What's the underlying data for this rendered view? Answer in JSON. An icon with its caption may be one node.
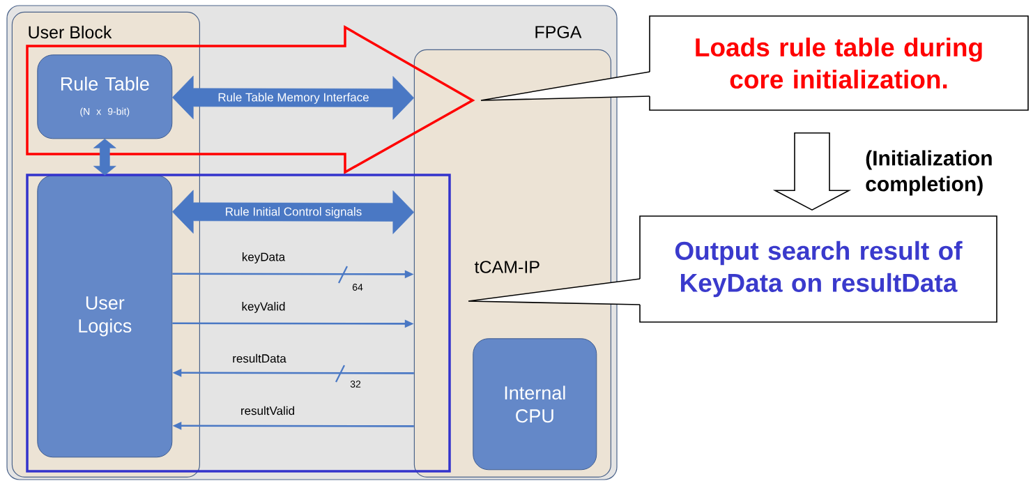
{
  "diagram": {
    "nodes": [
      {
        "text": [
          "FPGA"
        ]
      },
      {
        "text": [
          "User Block"
        ],
        "in": 0
      },
      {
        "text": [
          "tCAM-IP"
        ],
        "in": 0
      },
      {
        "text": [
          "Rule Table",
          "(N x 9-bit)"
        ],
        "in": 1
      },
      {
        "text": [
          "User Logics"
        ],
        "in": 1
      },
      {
        "text": [
          "Internal CPU"
        ],
        "in": 2
      },
      {
        "text": [
          "Loads rule table during core initialization."
        ]
      },
      {
        "text": [
          "Output search result of KeyData on resultData"
        ]
      }
    ],
    "edges": [
      {
        "from": 3,
        "to": 2,
        "arrow": "both",
        "label": "Rule Table Memory Interface",
        "style": "thick"
      },
      {
        "from": 3,
        "to": 4,
        "arrow": "both",
        "style": "thick"
      },
      {
        "from": 4,
        "to": 2,
        "arrow": "both",
        "label": "Rule Initial Control signals",
        "style": "thick"
      },
      {
        "from": 4,
        "to": 2,
        "arrow": "to",
        "label": "keyData"
      },
      {
        "from": 4,
        "to": 2,
        "arrow": "to",
        "label": "keyValid"
      },
      {
        "from": 2,
        "to": 4,
        "arrow": "to",
        "label": "resultData"
      },
      {
        "from": 2,
        "to": 4,
        "arrow": "to",
        "label": "resultValid"
      },
      {
        "from": 6,
        "to": 7,
        "arrow": "to",
        "label": "(Initialization completion)",
        "style": "thick",
        "color": "#ffffff"
      }
    ],
    "labels": [
      "64",
      "32"
    ]
  }
}
